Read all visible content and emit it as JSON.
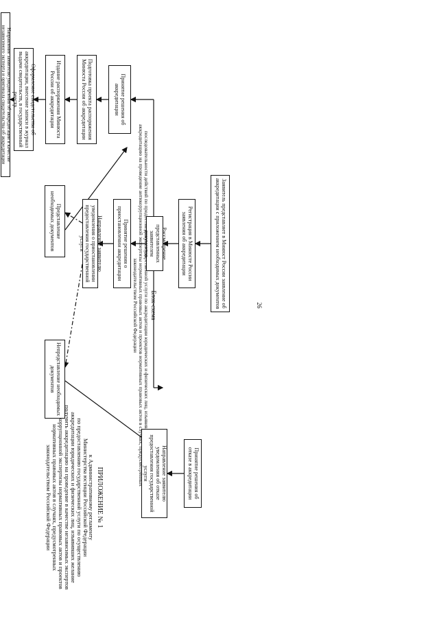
{
  "page_number": "26",
  "annex": {
    "title": "ПРИЛОЖЕНИЕ № 1",
    "lines": [
      "к Административному регламенту",
      "Министерства юстиции Российской Федерации",
      "по предоставлению государственной услуги по осуществлению",
      "аккредитации юридических и физических лиц, изъявивших желание",
      "получить аккредитацию на проведение в качестве независимых экспертов",
      "антикоррупционной экспертизы нормативных правовых актов и проектов",
      "нормативных правовых актов в случаях, предусмотренных",
      "законодательством Российской Федерации"
    ]
  },
  "scheme": {
    "title": "Блок-схема",
    "lines": [
      "последовательности действий по предоставлению государственной услуги по аккредитации юридических и физических лиц, изъявивших желание получить",
      "аккредитацию на проведение антикоррупционной экспертизы нормативных правовых актов и проектов нормативных правовых актов в случаях, предусмотренных",
      "законодательством Российской Федерации"
    ]
  },
  "boxes": {
    "submit": "Заявитель представляет в Минюст России заявление об аккредитации с приложением необходимых документов",
    "register": "Регистрация в Минюсте России заявления об аккредитации",
    "review": "Рассмотрение представленных заявителем документов",
    "suspend_decision": "Принятие решения о приостановлении аккредитации",
    "suspend_notice": "Направление заявителю уведомления о приостановлении предоставления государственной услуги",
    "docs_provided": "Представление необходимых документов",
    "docs_not_provided": "Непредставление необходимых документов",
    "refuse_decision": "Принятие решения об отказе в аккредитации",
    "refuse_notice": "Направление заявителю уведомления об отказе предоставления государственной услуги",
    "accredit_decision": "Принятие решения об аккредитации",
    "order_draft": "Подготовка проекта распоряжения Минюста России об аккредитации",
    "order_issue": "Издание распоряжения Минюста России об аккредитации",
    "certificate": "Оформление свидетельства об аккредитации, внесение записи в журнал выдачи свидетельств, в государственный реестр",
    "final_notice": "Направление заявителю уведомления об аккредитации в качестве независимого эксперта и оригинала свидетельства об аккредитации"
  }
}
